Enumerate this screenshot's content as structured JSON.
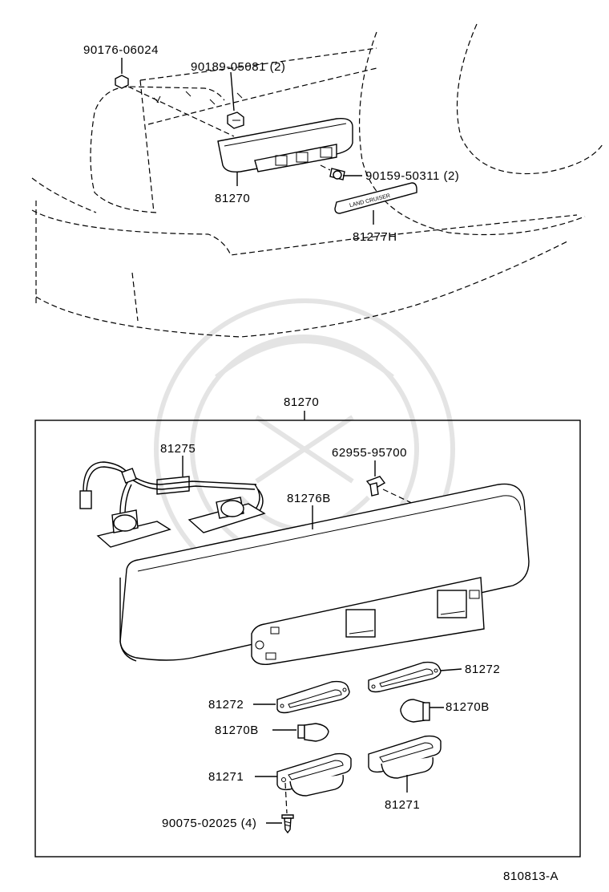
{
  "diagram_id": "810813-A",
  "callouts": {
    "c_90176": "90176-06024",
    "c_90189": "90189-05081 (2)",
    "c_90159": "90159-50311 (2)",
    "c_81270_top": "81270",
    "c_81277h": "81277H",
    "c_81270_box": "81270",
    "c_81275": "81275",
    "c_62955": "62955-95700",
    "c_81276b": "81276B",
    "c_81272_r": "81272",
    "c_81272_l": "81272",
    "c_81270b_r": "81270B",
    "c_81270b_l": "81270B",
    "c_81271_l": "81271",
    "c_81271_r": "81271",
    "c_90075": "90075-02025 (4)"
  },
  "emblem_text": "LAND CRUISER"
}
